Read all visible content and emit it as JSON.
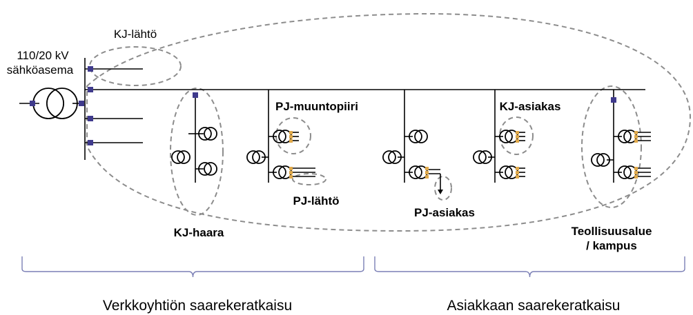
{
  "labels": {
    "substation_line1": "110/20 kV",
    "substation_line2": "sähköasema",
    "kj_feeder": "KJ-lähtö",
    "pj_transformer_circuit": "PJ-muuntopiiri",
    "kj_customer": "KJ-asiakas",
    "pj_feeder": "PJ-lähtö",
    "pj_customer": "PJ-asiakas",
    "kj_branch": "KJ-haara",
    "industrial_line1": "Teollisuusalue",
    "industrial_line2": "/ kampus"
  },
  "groups": {
    "utility": "Verkkoyhtiön saarekeratkaisu",
    "customer": "Asiakkaan saarekeratkaisu"
  },
  "colors": {
    "line": "#000000",
    "breaker": "#3f3a8c",
    "customer_load": "#e0a94a",
    "dashed_outline": "#8c8c8c",
    "brace": "#7a7fb5"
  }
}
